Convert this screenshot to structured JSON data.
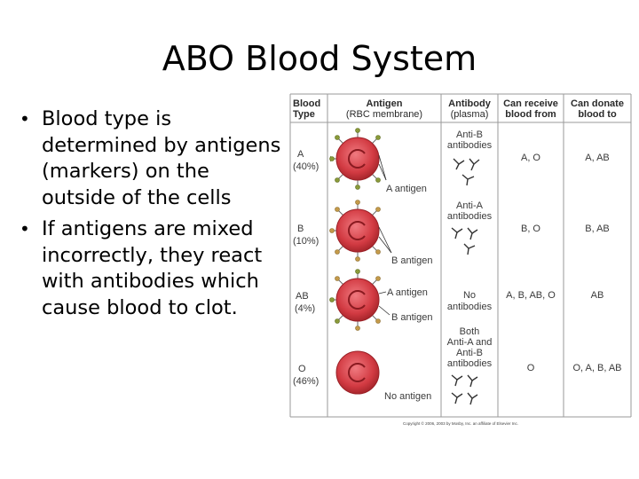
{
  "title": "ABO Blood System",
  "bullets": [
    "Blood type is determined by antigens (markers) on the outside of the cells",
    "If antigens are mixed incorrectly, they react with antibodies which cause blood to clot."
  ],
  "figure": {
    "headers": {
      "blood_type": [
        "Blood",
        "Type"
      ],
      "antigen": [
        "Antigen",
        "(RBC membrane)"
      ],
      "antibody": [
        "Antibody",
        "(plasma)"
      ],
      "receive": [
        "Can receive",
        "blood from"
      ],
      "donate": [
        "Can donate",
        "blood to"
      ]
    },
    "rows": [
      {
        "type": "A",
        "pct": "(40%)",
        "antigen_labels": [
          "A antigen"
        ],
        "antibody": [
          "Anti-B",
          "antibodies"
        ],
        "receive": "A, O",
        "donate": "A, AB"
      },
      {
        "type": "B",
        "pct": "(10%)",
        "antigen_labels": [
          "B antigen"
        ],
        "antibody": [
          "Anti-A",
          "antibodies"
        ],
        "receive": "B, O",
        "donate": "B, AB"
      },
      {
        "type": "AB",
        "pct": "(4%)",
        "antigen_labels": [
          "A antigen",
          "B antigen"
        ],
        "antibody": [
          "No",
          "antibodies"
        ],
        "receive": "A, B, AB, O",
        "donate": "AB"
      },
      {
        "type": "O",
        "pct": "(46%)",
        "antigen_labels": [
          "No antigen"
        ],
        "antibody": [
          "Both",
          "Anti-A and",
          "Anti-B",
          "antibodies"
        ],
        "receive": "O",
        "donate": "O, A, B, AB"
      }
    ],
    "copyright": "Copyright © 2006, 2003 by Mosby, Inc. an affiliate of Elsevier Inc.",
    "colors": {
      "cell_outer": "#c8333a",
      "cell_inner": "#e0525a",
      "antigen_a": "#8a9a3a",
      "antigen_b": "#c49a4a",
      "grid": "#8a8a8a"
    }
  }
}
